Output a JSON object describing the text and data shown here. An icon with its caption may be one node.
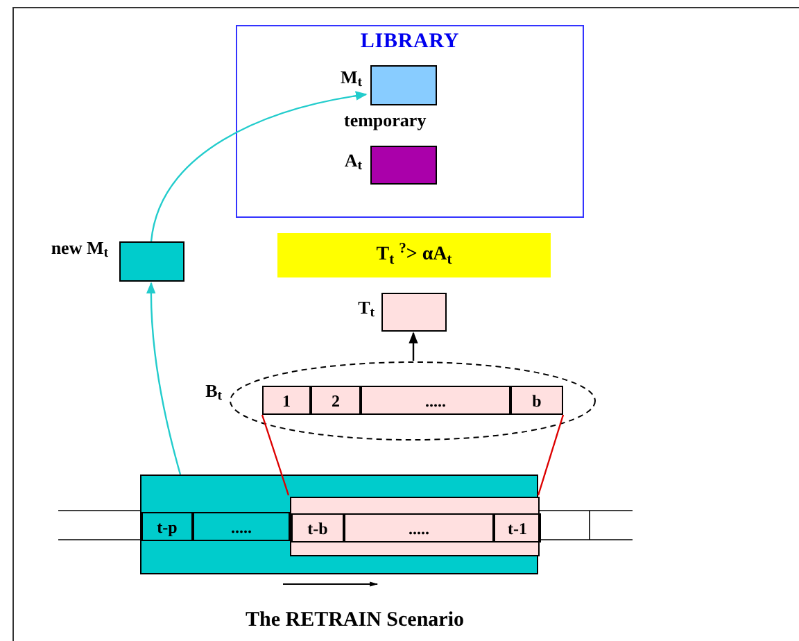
{
  "diagram": {
    "caption": "The RETRAIN Scenario",
    "nodes": [
      {
        "text": [
          "LIBRARY"
        ]
      },
      {
        "text": [],
        "shape": "box",
        "in": 0,
        "beside": [
          "M$_{t}$"
        ]
      },
      {
        "text": [],
        "shape": "box",
        "in": 0,
        "beside": [
          "A$_{t}$"
        ]
      },
      {
        "text": [],
        "shape": "box",
        "beside": [
          "new M$_{t}$"
        ]
      },
      {
        "text": [
          "T$_{t}$ $^{?}$> αA$_{t}$"
        ]
      },
      {
        "text": [],
        "shape": "box",
        "beside": [
          "T$_{t}$"
        ]
      },
      {
        "text": [],
        "shape": "ellipse",
        "beside": [
          "B$_{t}$"
        ]
      },
      {
        "text": [
          "1"
        ],
        "in": 6
      },
      {
        "text": [
          "2"
        ],
        "in": 6
      },
      {
        "text": [
          "....."
        ],
        "in": 6
      },
      {
        "text": [
          "b"
        ],
        "in": 6
      },
      {
        "text": [],
        "shape": "box"
      },
      {
        "text": [],
        "shape": "box",
        "in": 11
      },
      {
        "text": [
          "t-p"
        ],
        "in": 11
      },
      {
        "text": [
          "....."
        ],
        "in": 11
      },
      {
        "text": [
          "t-b"
        ],
        "in": 12
      },
      {
        "text": [
          "....."
        ],
        "in": 12
      },
      {
        "text": [
          "t-1"
        ],
        "in": 12
      }
    ],
    "edges": [
      {
        "from": 11,
        "to": 3,
        "arrow": "to",
        "color": "#22cccc"
      },
      {
        "from": 3,
        "to": 1,
        "arrow": "to",
        "color": "#22cccc"
      },
      {
        "from": 6,
        "to": 5,
        "arrow": "to",
        "color": "#000000"
      },
      {
        "from": 7,
        "to": 12,
        "arrow": "none",
        "color": "#dd0000"
      },
      {
        "from": 10,
        "to": 12,
        "arrow": "none",
        "color": "#dd0000"
      }
    ],
    "labels": [
      "temporary"
    ]
  }
}
